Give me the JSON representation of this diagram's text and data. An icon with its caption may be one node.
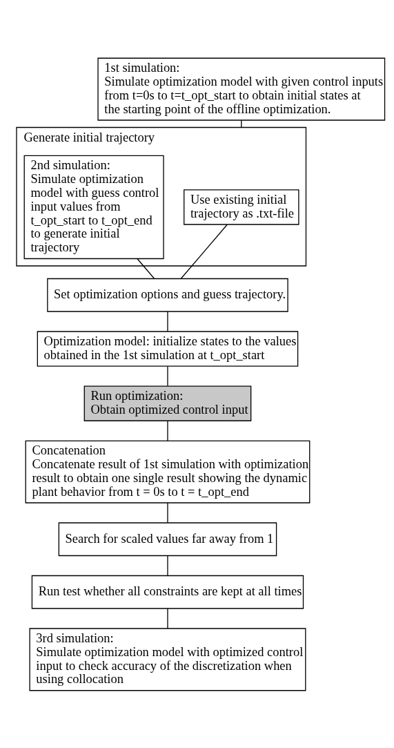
{
  "diagram": {
    "nodes": [
      {
        "text": [
          "1st simulation:",
          "Simulate optimization model with given control inputs from t=0s to t=t_opt_start to obtain initial states at the starting point of the offline optimization."
        ]
      },
      {
        "text": [
          "Generate initial trajectory"
        ]
      },
      {
        "text": [
          "Use existing initial trajectory as .txt-file"
        ],
        "in": 1
      },
      {
        "text": [
          "2nd simulation:",
          "Simulate optimization model with guess control input values from t_opt_start to t_opt_end to generate initial trajectory"
        ],
        "in": 1
      },
      {
        "text": [
          "Set optimization options and guess trajectory."
        ]
      },
      {
        "text": [
          "Optimization model: initialize states to the values obtained in the 1st simulation at t_opt_start"
        ]
      },
      {
        "text": [
          "Run optimization:",
          "Obtain optimized control input"
        ]
      },
      {
        "text": [
          "Concatenation",
          "Concatenate result of 1st simulation with optimization result to obtain one single result showing the dynamic plant behavior from t = 0s to t = t_opt_end"
        ]
      },
      {
        "text": [
          "Search for scaled values far away from 1"
        ]
      },
      {
        "text": [
          "Run test whether all constraints are kept at all times"
        ]
      },
      {
        "text": [
          "3rd simulation:",
          "Simulate optimization model with optimized control input to check accuracy of the discretization when using collocation"
        ]
      }
    ],
    "edges": [
      {
        "from": 0,
        "to": 1,
        "arrow": "none"
      },
      {
        "from": 2,
        "to": 4,
        "arrow": "none"
      },
      {
        "from": 3,
        "to": 4,
        "arrow": "none"
      },
      {
        "from": 4,
        "to": 5,
        "arrow": "none"
      },
      {
        "from": 5,
        "to": 6,
        "arrow": "none"
      },
      {
        "from": 6,
        "to": 7,
        "arrow": "none"
      },
      {
        "from": 7,
        "to": 8,
        "arrow": "none"
      },
      {
        "from": 8,
        "to": 9,
        "arrow": "none"
      },
      {
        "from": 9,
        "to": 10,
        "arrow": "none"
      }
    ]
  }
}
